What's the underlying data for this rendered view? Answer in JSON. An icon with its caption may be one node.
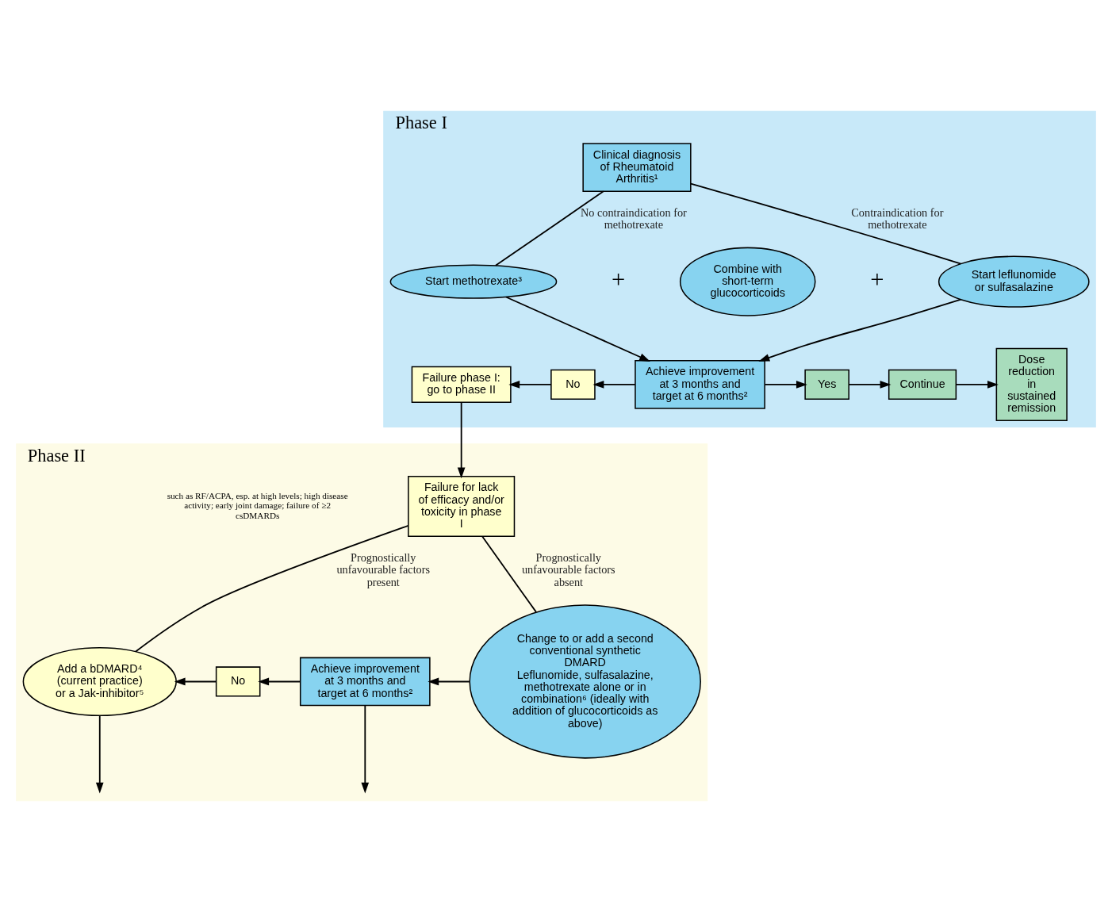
{
  "diagram": {
    "nodes": [
      {
        "text": [
          "Phase I"
        ]
      },
      {
        "text": [
          "Clinical diagnosis of Rheumatoid Arthritis¹"
        ],
        "in": 0
      },
      {
        "text": [
          "Start methotrexate³"
        ],
        "in": 0
      },
      {
        "text": [
          "Combine with short-term glucocorticoids"
        ],
        "in": 0
      },
      {
        "text": [
          "Start leflunomide or sulfasalazine"
        ],
        "in": 0
      },
      {
        "text": [
          "Achieve improvement at 3 months and target at 6 months²"
        ],
        "in": 0
      },
      {
        "text": [
          "Failure phase I: go to phase II"
        ],
        "in": 0
      },
      {
        "text": [
          "No"
        ],
        "in": 0
      },
      {
        "text": [
          "Yes"
        ],
        "in": 0
      },
      {
        "text": [
          "Continue"
        ],
        "in": 0
      },
      {
        "text": [
          "Dose reduction in sustained remission"
        ],
        "in": 0
      },
      {
        "text": [
          "Phase II"
        ]
      },
      {
        "text": [
          "Failure for lack of efficacy and/or toxicity in phase I"
        ],
        "in": 11
      },
      {
        "text": [
          "Add a bDMARD⁴ (current practice) or a Jak-inhibitor⁵"
        ],
        "in": 11
      },
      {
        "text": [
          "Achieve improvement at 3 months and target at 6 months²"
        ],
        "in": 11
      },
      {
        "text": [
          "No"
        ],
        "in": 11
      },
      {
        "text": [
          "Change to or add a second conventional synthetic DMARD",
          "Leflunomide, sulfasalazine, methotrexate alone or in combination⁶ (ideally with addition of glucocorticoids as above)"
        ],
        "in": 11
      }
    ],
    "edges": [
      {
        "from": 1,
        "to": 2,
        "arrow": "none",
        "label": "No contraindication for methotrexate"
      },
      {
        "from": 1,
        "to": 4,
        "arrow": "none",
        "label": "Contraindication for methotrexate"
      },
      {
        "from": 2,
        "to": 5,
        "arrow": "to"
      },
      {
        "from": 4,
        "to": 5,
        "arrow": "to"
      },
      {
        "from": 5,
        "to": 7,
        "arrow": "to"
      },
      {
        "from": 7,
        "to": 6,
        "arrow": "to"
      },
      {
        "from": 5,
        "to": 8,
        "arrow": "to"
      },
      {
        "from": 8,
        "to": 9,
        "arrow": "to"
      },
      {
        "from": 9,
        "to": 10,
        "arrow": "to"
      },
      {
        "from": 6,
        "to": 12,
        "arrow": "to"
      },
      {
        "from": 12,
        "to": 13,
        "arrow": "none",
        "label": "Prognostically unfavourable factors present"
      },
      {
        "from": 12,
        "to": 16,
        "arrow": "none",
        "label": "Prognostically unfavourable factors absent"
      },
      {
        "from": 16,
        "to": 14,
        "arrow": "to"
      },
      {
        "from": 14,
        "to": 15,
        "arrow": "to"
      },
      {
        "from": 15,
        "to": 13,
        "arrow": "to"
      },
      {
        "from": 13,
        "to": null,
        "arrow": "to"
      },
      {
        "from": 14,
        "to": null,
        "arrow": "to"
      }
    ],
    "labels": [
      "+",
      "+",
      "such as RF/ACPA, esp. at high levels; high disease activity; early joint damage; failure of ≥2 csDMARDs"
    ]
  }
}
